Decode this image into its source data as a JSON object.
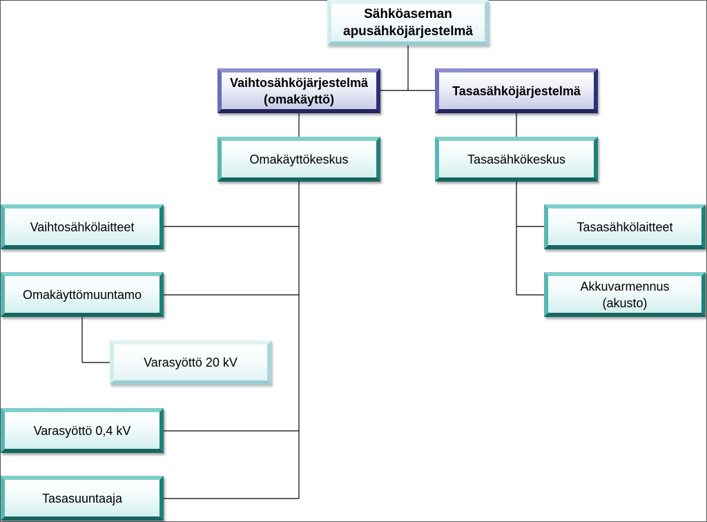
{
  "diagram": {
    "root": {
      "line1": "Sähköaseman",
      "line2": "apusähköjärjestelmä"
    },
    "ac_system": {
      "line1": "Vaihtosähköjärjestelmä",
      "line2": "(omakäyttö)"
    },
    "dc_system": {
      "label": "Tasasähköjärjestelmä"
    },
    "ac_center": {
      "label": "Omakäyttökeskus"
    },
    "dc_center": {
      "label": "Tasasähkökeskus"
    },
    "ac_devices": {
      "label": "Vaihtosähkölaitteet"
    },
    "aux_substation": {
      "label": "Omakäyttömuuntamo"
    },
    "backup_20kv": {
      "label": "Varasyöttö 20 kV"
    },
    "backup_04kv": {
      "label": "Varasyöttö 0,4 kV"
    },
    "rectifier": {
      "label": "Tasasuuntaaja"
    },
    "dc_devices": {
      "label": "Tasasähkölaitteet"
    },
    "battery_backup": {
      "line1": "Akkuvarmennus",
      "line2": "(akusto)"
    }
  }
}
